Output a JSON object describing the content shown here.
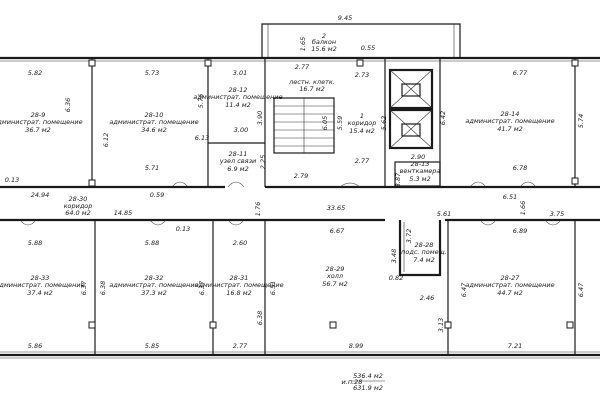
{
  "rooms": [
    {
      "number": "2",
      "name": "балкон",
      "area": "15.6 м2"
    },
    {
      "number": "28-9",
      "name": "администрат. помещение",
      "area": "36.7 м2"
    },
    {
      "number": "28-10",
      "name": "администрат. помещение",
      "area": "34.6 м2"
    },
    {
      "number": "28-12",
      "name": "администрат. помещение",
      "area": "11.4 м2"
    },
    {
      "number": "28-11",
      "name": "узел связи",
      "area": "6.9 м2"
    },
    {
      "number": "",
      "name": "лестн. клетк.",
      "area": "16.7 м2"
    },
    {
      "number": "1",
      "name": "коридор",
      "area": "15.4 м2"
    },
    {
      "number": "28-13",
      "name": "венткамера",
      "area": "5.3 м2"
    },
    {
      "number": "28-14",
      "name": "администрат. помещение",
      "area": "41.7 м2"
    },
    {
      "number": "28-30",
      "name": "коридор",
      "area": "64.0 м2"
    },
    {
      "number": "28-33",
      "name": "администрат. помещение",
      "area": "37.4 м2"
    },
    {
      "number": "28-32",
      "name": "администрат. помещение",
      "area": "37.3 м2"
    },
    {
      "number": "28-31",
      "name": "администрат. помещение",
      "area": "16.8 м2"
    },
    {
      "number": "28-29",
      "name": "холл",
      "area": "56.7 м2"
    },
    {
      "number": "28-28",
      "name": "подс. помещ.",
      "area": "7.4 м2"
    },
    {
      "number": "28-27",
      "name": "администрат. помещение",
      "area": "44.7 м2"
    }
  ],
  "dimensions": [
    "9.45",
    "1.65",
    "0.55",
    "5.82",
    "5.73",
    "3.01",
    "2.77",
    "2.73",
    "6.77",
    "6.36",
    "6.12",
    "5.76",
    "6.13",
    "3.00",
    "3.90",
    "6.05",
    "5.59",
    "5.62",
    "6.42",
    "5.74",
    "2.90",
    "2.25",
    "2.77",
    "3.87",
    "5.71",
    "2.79",
    "6.78",
    "0.13",
    "24.94",
    "0.59",
    "6.51",
    "1.66",
    "3.75",
    "14.85",
    "1.76",
    "33.65",
    "5.61",
    "5.88",
    "5.88",
    "0.13",
    "2.60",
    "6.67",
    "3.72",
    "6.89",
    "3.48",
    "6.37",
    "6.38",
    "6.37",
    "6.51",
    "0.82",
    "2.46",
    "6.38",
    "6.47",
    "6.47",
    "3.13",
    "5.86",
    "5.85",
    "2.77",
    "8.99",
    "7.21"
  ],
  "floor_summary": {
    "label": "и.п.28",
    "area_1": "536.4 м2",
    "area_2": "631.9 м2"
  }
}
